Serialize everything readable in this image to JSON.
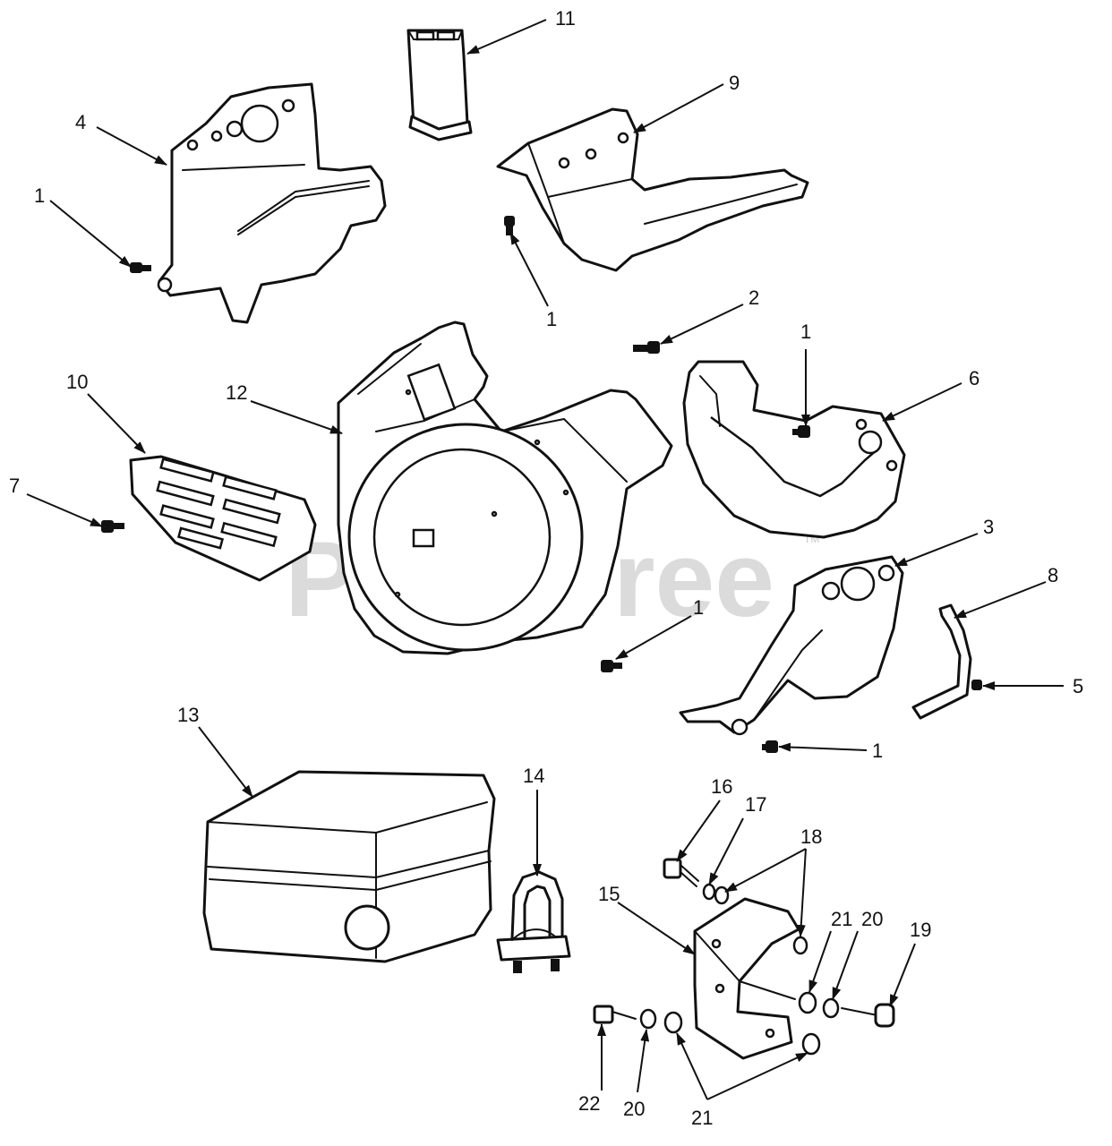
{
  "watermark": {
    "text": "PartsTree",
    "tm": "TM"
  },
  "callouts": {
    "c1a": "1",
    "c1b": "1",
    "c1c": "1",
    "c1d": "1",
    "c1e": "1",
    "c2": "2",
    "c3": "3",
    "c4": "4",
    "c5": "5",
    "c6": "6",
    "c7": "7",
    "c8": "8",
    "c9": "9",
    "c10": "10",
    "c11": "11",
    "c12": "12",
    "c13": "13",
    "c14": "14",
    "c15": "15",
    "c16": "16",
    "c17": "17",
    "c18": "18",
    "c19": "19",
    "c20a": "20",
    "c20b": "20",
    "c21a": "21",
    "c21b": "21",
    "c22": "22"
  }
}
